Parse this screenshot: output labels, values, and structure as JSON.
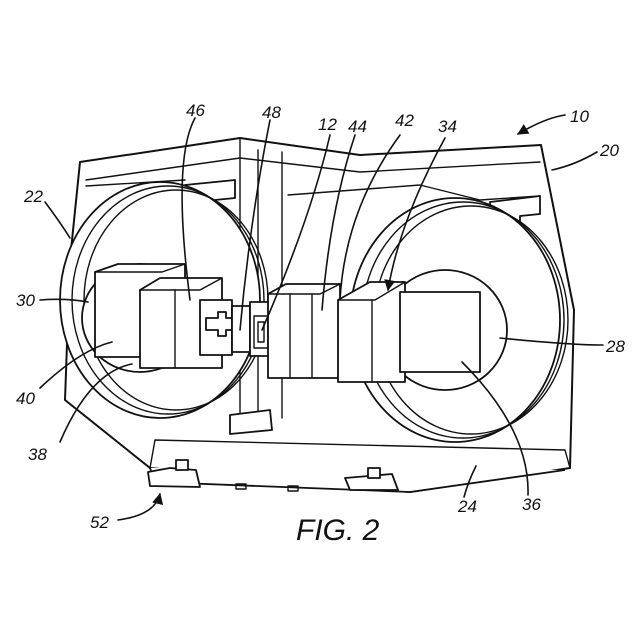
{
  "figure": {
    "caption": "FIG. 2",
    "reference_labels": {
      "r10": "10",
      "r12": "12",
      "r20": "20",
      "r22": "22",
      "r24": "24",
      "r28": "28",
      "r30": "30",
      "r34": "34",
      "r36": "36",
      "r38": "38",
      "r40": "40",
      "r42": "42",
      "r44": "44",
      "r46": "46",
      "r48": "48",
      "r52": "52"
    }
  }
}
